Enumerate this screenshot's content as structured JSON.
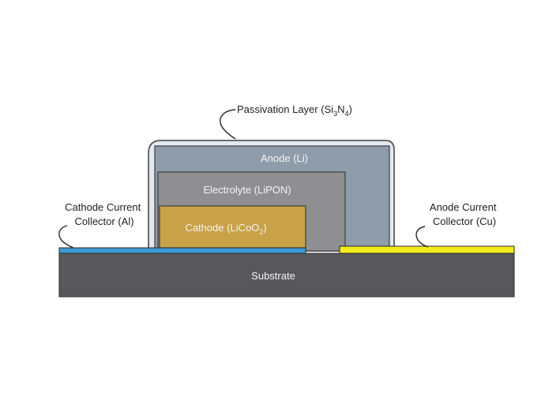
{
  "colors": {
    "substrate": "#58585a",
    "cathode_collector": "#3b9ad4",
    "anode_collector": "#f4ec1c",
    "cathode": "#c9a146",
    "electrolyte": "#8f8f91",
    "anode": "#8f9cab",
    "passivation_fill": "#e3e9ef",
    "passivation_stroke": "#3e3e3e",
    "inner_text": "#f4f4f4",
    "outer_text": "#222222"
  },
  "labels": {
    "substrate": "Substrate",
    "cathode": {
      "main": "Cathode (LiCoO",
      "sub": "2",
      "end": ")"
    },
    "electrolyte": "Electrolyte (LiPON)",
    "anode": "Anode (Li)",
    "passivation": {
      "main": "Passivation Layer (Si",
      "sub1": "3",
      "mid": "N",
      "sub2": "4",
      "end": ")"
    },
    "cathode_collector": {
      "line1": "Cathode Current",
      "line2": "Collector (Al)"
    },
    "anode_collector": {
      "line1": "Anode Current",
      "line2": "Collector (Cu)"
    }
  }
}
